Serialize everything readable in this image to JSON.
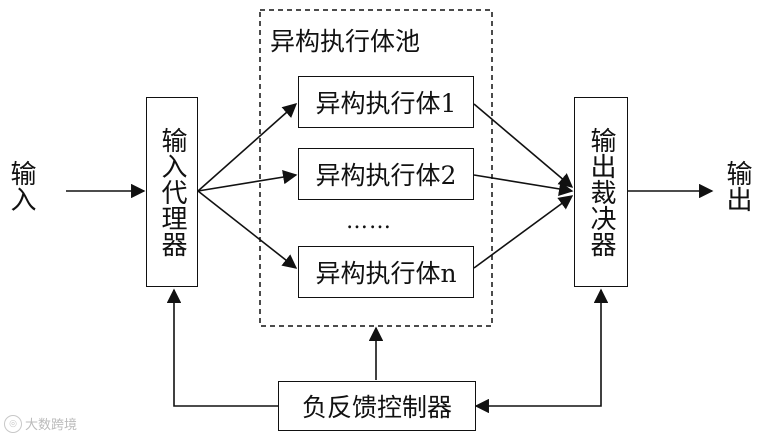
{
  "diagram": {
    "input_label": "输入",
    "output_label": "输出",
    "input_proxy": "输入代理器",
    "pool_title": "异构执行体池",
    "executors": [
      "异构执行体1",
      "异构执行体2",
      "异构执行体n"
    ],
    "ellipsis": "……",
    "output_arbiter": "输出裁决器",
    "feedback_controller": "负反馈控制器"
  },
  "watermark": "大数跨境"
}
